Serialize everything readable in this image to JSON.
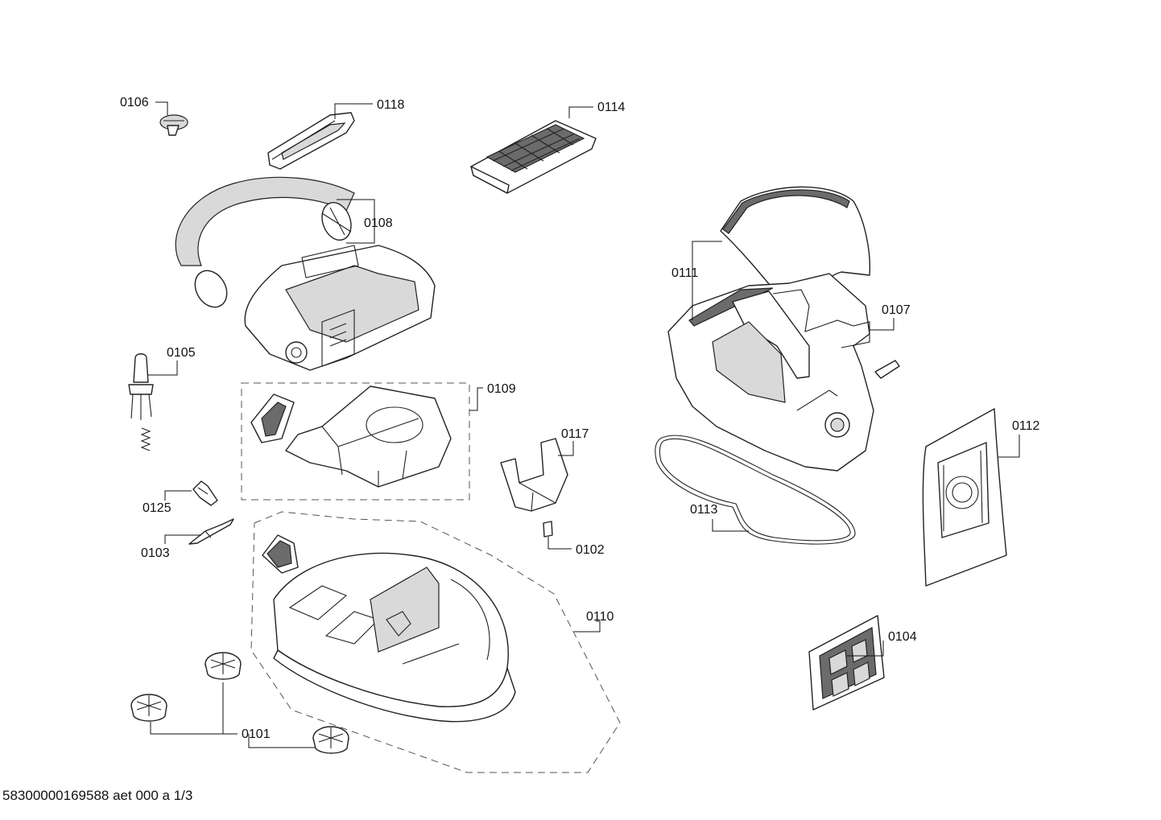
{
  "callouts": {
    "c0101": "0101",
    "c0102": "0102",
    "c0103": "0103",
    "c0104": "0104",
    "c0105": "0105",
    "c0106": "0106",
    "c0107": "0107",
    "c0108": "0108",
    "c0109": "0109",
    "c0110": "0110",
    "c0111": "0111",
    "c0112": "0112",
    "c0113": "0113",
    "c0114": "0114",
    "c0117": "0117",
    "c0118": "0118",
    "c0125": "0125"
  },
  "footer": {
    "document_id": "58300000169588 aet 000 a 1/3"
  }
}
